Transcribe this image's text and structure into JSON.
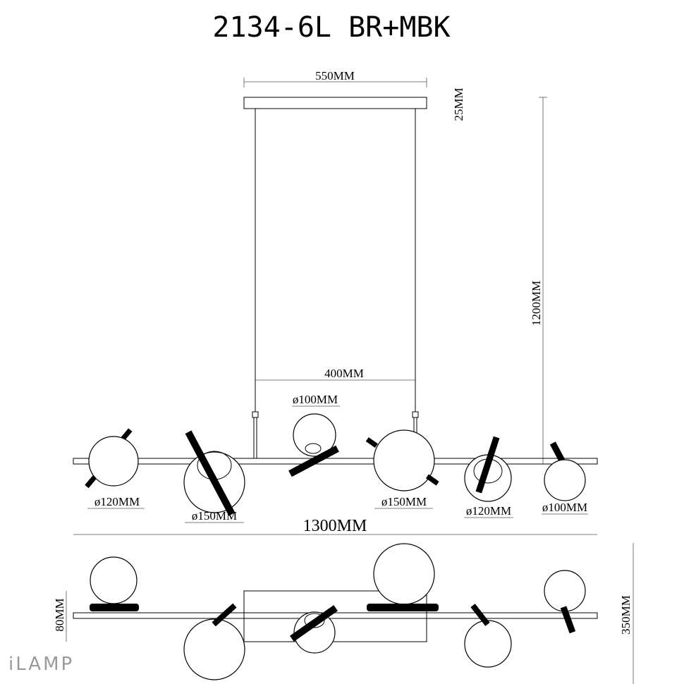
{
  "title": "2134-6L BR+MBK",
  "brand": {
    "logo_text": "iLAMP"
  },
  "dimensions": {
    "canopy_width": "550MM",
    "canopy_height": "25MM",
    "drop_height": "1200MM",
    "wire_spacing": "400MM",
    "total_length": "1300MM",
    "bar_height": "80MM",
    "total_depth": "350MM"
  },
  "shades": {
    "s1": "ø120MM",
    "s2": "ø150MM",
    "s3": "ø100MM",
    "s4": "ø150MM",
    "s5": "ø120MM",
    "s6": "ø100MM"
  },
  "colors": {
    "line": "#000000",
    "logo": "#9a9a9a",
    "background": "#ffffff"
  }
}
